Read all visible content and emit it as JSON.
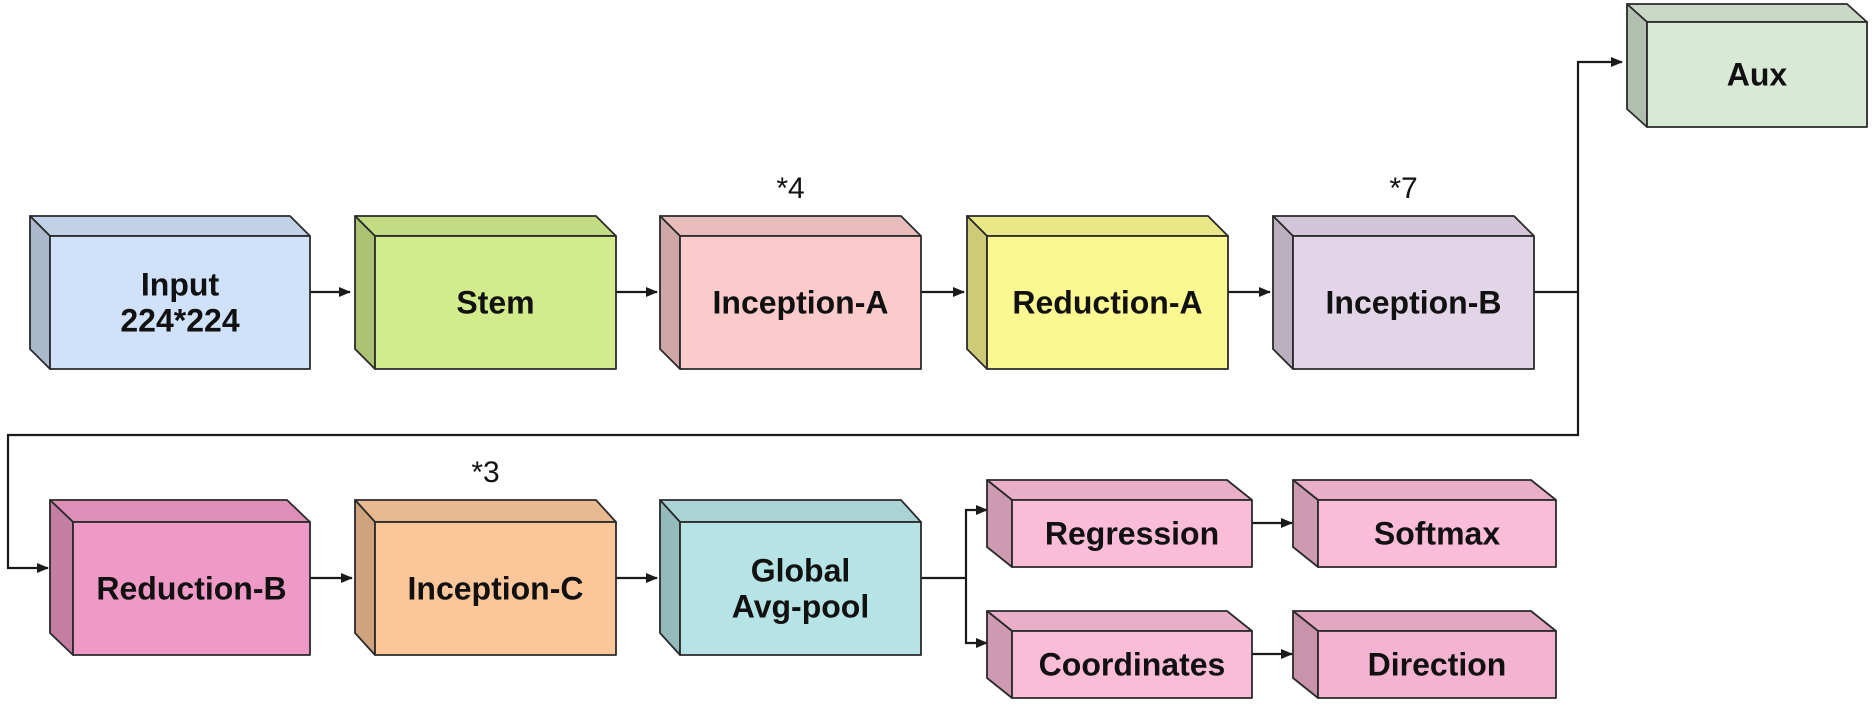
{
  "diagram": {
    "nodes": [
      {
        "id": "input",
        "lines": [
          "Input",
          "224*224"
        ],
        "color": "#cfe2f9"
      },
      {
        "id": "stem",
        "lines": [
          "Stem"
        ],
        "color": "#d2eb8c"
      },
      {
        "id": "inception-a",
        "lines": [
          "Inception-A"
        ],
        "color": "#fbcaca",
        "repeat": "*4"
      },
      {
        "id": "reduction-a",
        "lines": [
          "Reduction-A"
        ],
        "color": "#fbf891"
      },
      {
        "id": "inception-b",
        "lines": [
          "Inception-B"
        ],
        "color": "#e3d5e8",
        "repeat": "*7"
      },
      {
        "id": "aux",
        "lines": [
          "Aux"
        ],
        "color": "#d8e9d5"
      },
      {
        "id": "reduction-b",
        "lines": [
          "Reduction-B"
        ],
        "color": "#ef9ac6"
      },
      {
        "id": "inception-c",
        "lines": [
          "Inception-C"
        ],
        "color": "#fbc79a",
        "repeat": "*3"
      },
      {
        "id": "global-avg-pool",
        "lines": [
          "Global",
          "Avg-pool"
        ],
        "color": "#b6e3e5"
      },
      {
        "id": "regression",
        "lines": [
          "Regression"
        ],
        "color": "#fbbcd8"
      },
      {
        "id": "softmax",
        "lines": [
          "Softmax"
        ],
        "color": "#fbbcd8"
      },
      {
        "id": "coordinates",
        "lines": [
          "Coordinates"
        ],
        "color": "#fbbcd8"
      },
      {
        "id": "direction",
        "lines": [
          "Direction"
        ],
        "color": "#f4b3d0"
      }
    ],
    "edges": [
      {
        "from": "input",
        "to": "stem"
      },
      {
        "from": "stem",
        "to": "inception-a"
      },
      {
        "from": "inception-a",
        "to": "reduction-a"
      },
      {
        "from": "reduction-a",
        "to": "inception-b"
      },
      {
        "from": "inception-b",
        "to": "aux"
      },
      {
        "from": "inception-b",
        "to": "reduction-b"
      },
      {
        "from": "reduction-b",
        "to": "inception-c"
      },
      {
        "from": "inception-c",
        "to": "global-avg-pool"
      },
      {
        "from": "global-avg-pool",
        "to": "regression"
      },
      {
        "from": "global-avg-pool",
        "to": "coordinates"
      },
      {
        "from": "regression",
        "to": "softmax"
      },
      {
        "from": "coordinates",
        "to": "direction"
      }
    ]
  }
}
